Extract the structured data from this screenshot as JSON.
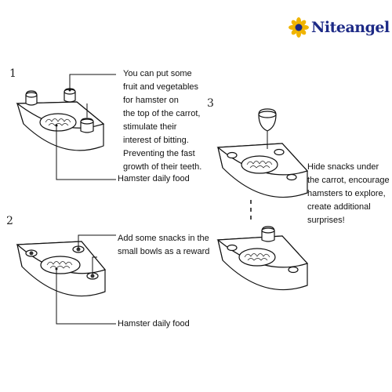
{
  "brand": {
    "name": "Niteangel",
    "color": "#1d2a86",
    "accent": "#f0b400"
  },
  "steps": [
    {
      "number": "1",
      "caption": "You can put some\nfruit and vegetables\nfor hamster on\nthe top of the carrot,\nstimulate their\ninterest of bitting.\nPreventing the fast\ngrowth of their teeth.",
      "label": "Hamster daily food"
    },
    {
      "number": "2",
      "caption": "Add some snacks in the\nsmall bowls as a reward",
      "label": "Hamster daily food"
    },
    {
      "number": "3",
      "caption": "Hide snacks under\nthe carrot, encourage\nhamsters to explore,\ncreate additional\nsurprises!"
    }
  ]
}
